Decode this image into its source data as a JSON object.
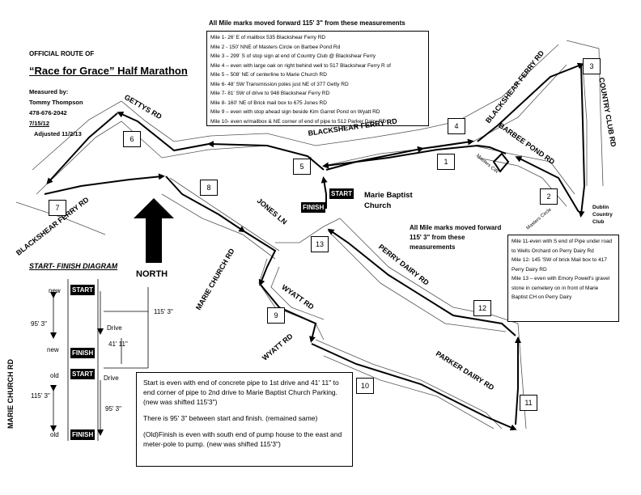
{
  "header": {
    "top_note": "All Mile marks moved forward 115' 3\" from these measurements",
    "official": "OFFICIAL ROUTE OF",
    "race_title": "“Race for Grace” Half Marathon",
    "measured_by": "Measured by:",
    "name": "Tommy Thompson",
    "phone": "478-676-2042",
    "date": "7/15/12",
    "adjusted": "Adjusted 11/2/13"
  },
  "mile_list_1": [
    "Mile 1- 26' E of mailbox 535 Blackshear Ferry RD",
    "Mile 2 - 150' NNE of Masters Circle on Barbee Pond Rd",
    "Mile 3 – 299' S of stop sign at end of Country Club @ Blackshear Ferry",
    "Mile 4 – even with large oak on right behind well to 517 Blackshear Ferry R of",
    "Mile 5 – 508' NE of centerline to Marie Church RD",
    "Mile 6- 48' SW Transmission poles just NE of 377 Getty RD",
    "Mile 7- 81' SW of drive to 948 Blackshear Ferry RD",
    "Mile 8- 160' NE of Brick mail box to 675 Jones RD",
    "Mile 9 – even with stop ahead sign beside Kim Garret Pond on Wyatt RD",
    "Mile 10- even w/mailbox & NE corner of end of pipe to 512 Parker Dairy RD"
  ],
  "mid_note": "All Mile marks moved forward 115' 3\" from these measurements",
  "mile_list_2": [
    "Mile 11-even with S end of Pipe under road to Wells Orchard on Perry Dairy Rd",
    "Mile 12- 145 'SW of brick Mail box to 417 Perry Dairy RD",
    "Mile 13 – even with Emory Powell's gravel stone in cemetery on in front of Marie Baptist CH on Perry Dairy"
  ],
  "notes": {
    "p1": "Start is even with end of concrete pipe to 1st drive and 41' 11\" to end corner of pipe to 2nd drive to Marie Baptist Church Parking. (new was shifted 115'3\")",
    "p2": "There is 95' 3\" between start and finish. (remained same)",
    "p3": "(Old)Finish is even with south end of pump house to the east and meter-pole to pump. (new was shifted 115'3\")"
  },
  "roads": {
    "gettys": "GETTYS RD",
    "blackshear_top": "BLACKSHEAR FERRY RD",
    "blackshear_right": "BLACKSHEAR FERRY RD",
    "blackshear_left": "BLACKSHEAR FERRY RD",
    "country_club": "COUNTRY CLUB RD",
    "barbee_pond": "BARBEE POND RD",
    "jones": "JONES LN",
    "marie_church": "MARIE CHURCH RD",
    "wyatt1": "WYATT RD",
    "wyatt2": "WYATT RD",
    "perry_dairy": "PERRY DAIRY RD",
    "parker_dairy": "PARKER DAIRY RD",
    "masters_cir": "Masters CIR",
    "masters_circle": "Masters Circle",
    "dublin": "Dublin Country Club"
  },
  "church": "Marie Baptist Church",
  "start_label": "START",
  "finish_label": "FINISH",
  "north": "NORTH",
  "miles": [
    "1",
    "2",
    "3",
    "4",
    "5",
    "6",
    "7",
    "8",
    "9",
    "10",
    "11",
    "12",
    "13"
  ],
  "diagram": {
    "title": "START- FINISH DIAGRAM",
    "road": "MARIE CHURCH RD",
    "new1": "new",
    "new2": "new",
    "old1": "old",
    "old2": "old",
    "start": "START",
    "finish": "FINISH",
    "d95a": "95' 3\"",
    "d115a": "115' 3\"",
    "drive1": "Drive",
    "d41": "41' 11\"",
    "drive2": "Drive",
    "d115b": "115' 3\"",
    "d95b": "95' 3\""
  }
}
